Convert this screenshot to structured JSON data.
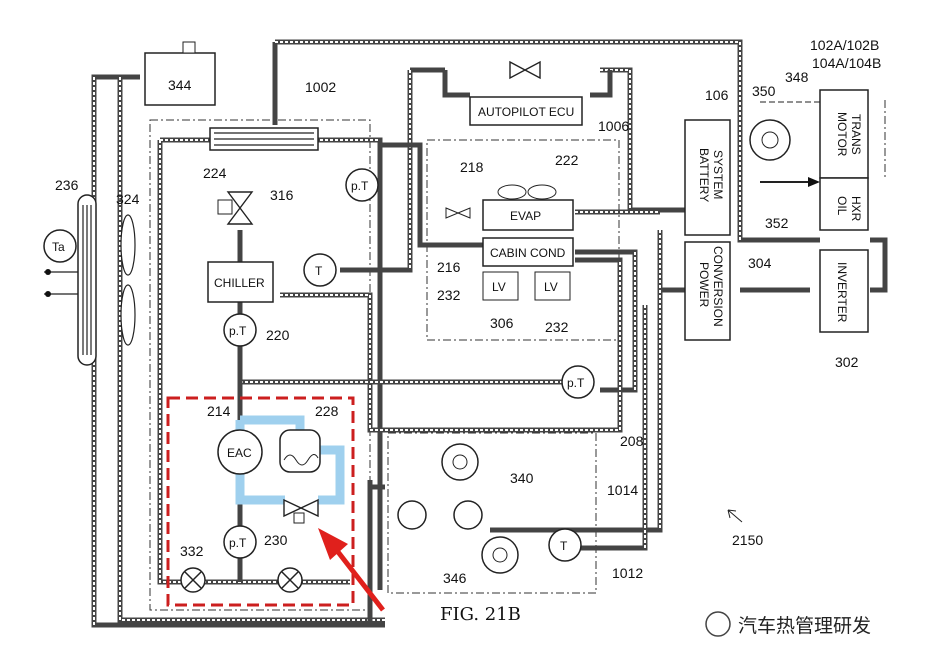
{
  "labels": {
    "l344": "344",
    "l1002": "1002",
    "l236": "236",
    "l324": "324",
    "l224": "224",
    "l316": "316",
    "l220": "220",
    "l218": "218",
    "l222": "222",
    "l216": "216",
    "l232a": "232",
    "l232b": "232",
    "l306": "306",
    "l1006": "1006",
    "l106": "106",
    "l304": "304",
    "l302": "302",
    "l350": "350",
    "l348": "348",
    "l352": "352",
    "l102a": "102A/102B",
    "l104a": "104A/104B",
    "l214": "214",
    "l228": "228",
    "l208": "208",
    "l340": "340",
    "l1014": "1014",
    "l2150": "2150",
    "l332": "332",
    "l230": "230",
    "l346": "346",
    "l1012": "1012"
  },
  "boxes": {
    "autopilot": "AUTOPILOT ECU",
    "evap": "EVAP",
    "cabin": "CABIN COND",
    "chiller": "CHILLER",
    "lv1": "LV",
    "lv2": "LV",
    "battery1": "BATTERY",
    "battery2": "SYSTEM",
    "power1": "POWER",
    "power2": "CONVERSION",
    "inverter": "INVERTER",
    "motor1": "MOTOR",
    "motor2": "TRANS",
    "oil1": "OIL",
    "oil2": "HXR"
  },
  "sensors": {
    "ta": "Ta",
    "pt1": "p.T",
    "pt2": "p.T",
    "pt3": "p.T",
    "pt4": "p.T",
    "t1": "T",
    "t2": "T",
    "eac": "EAC"
  },
  "caption": "FIG. 21B",
  "watermark": "汽车热管理研发",
  "colors": {
    "highlight": "#9fd0ee",
    "red_box": "#cc1f1f",
    "arrow": "#e0201c"
  }
}
